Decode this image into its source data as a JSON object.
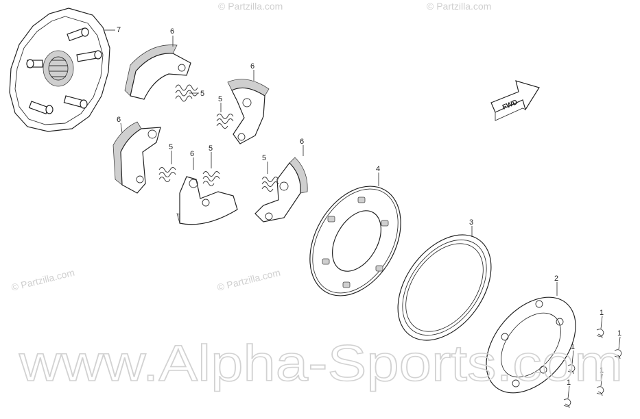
{
  "watermarks": {
    "copyright_top": "© Partzilla.com",
    "partzilla": "© Partzilla.com",
    "site": "www.Alpha-Sports.com"
  },
  "fwd_arrow": {
    "label": "FWD"
  },
  "callouts": {
    "p1": "1",
    "p2": "2",
    "p3": "3",
    "p4": "4",
    "p5": "5",
    "p6": "6",
    "p7": "7"
  }
}
